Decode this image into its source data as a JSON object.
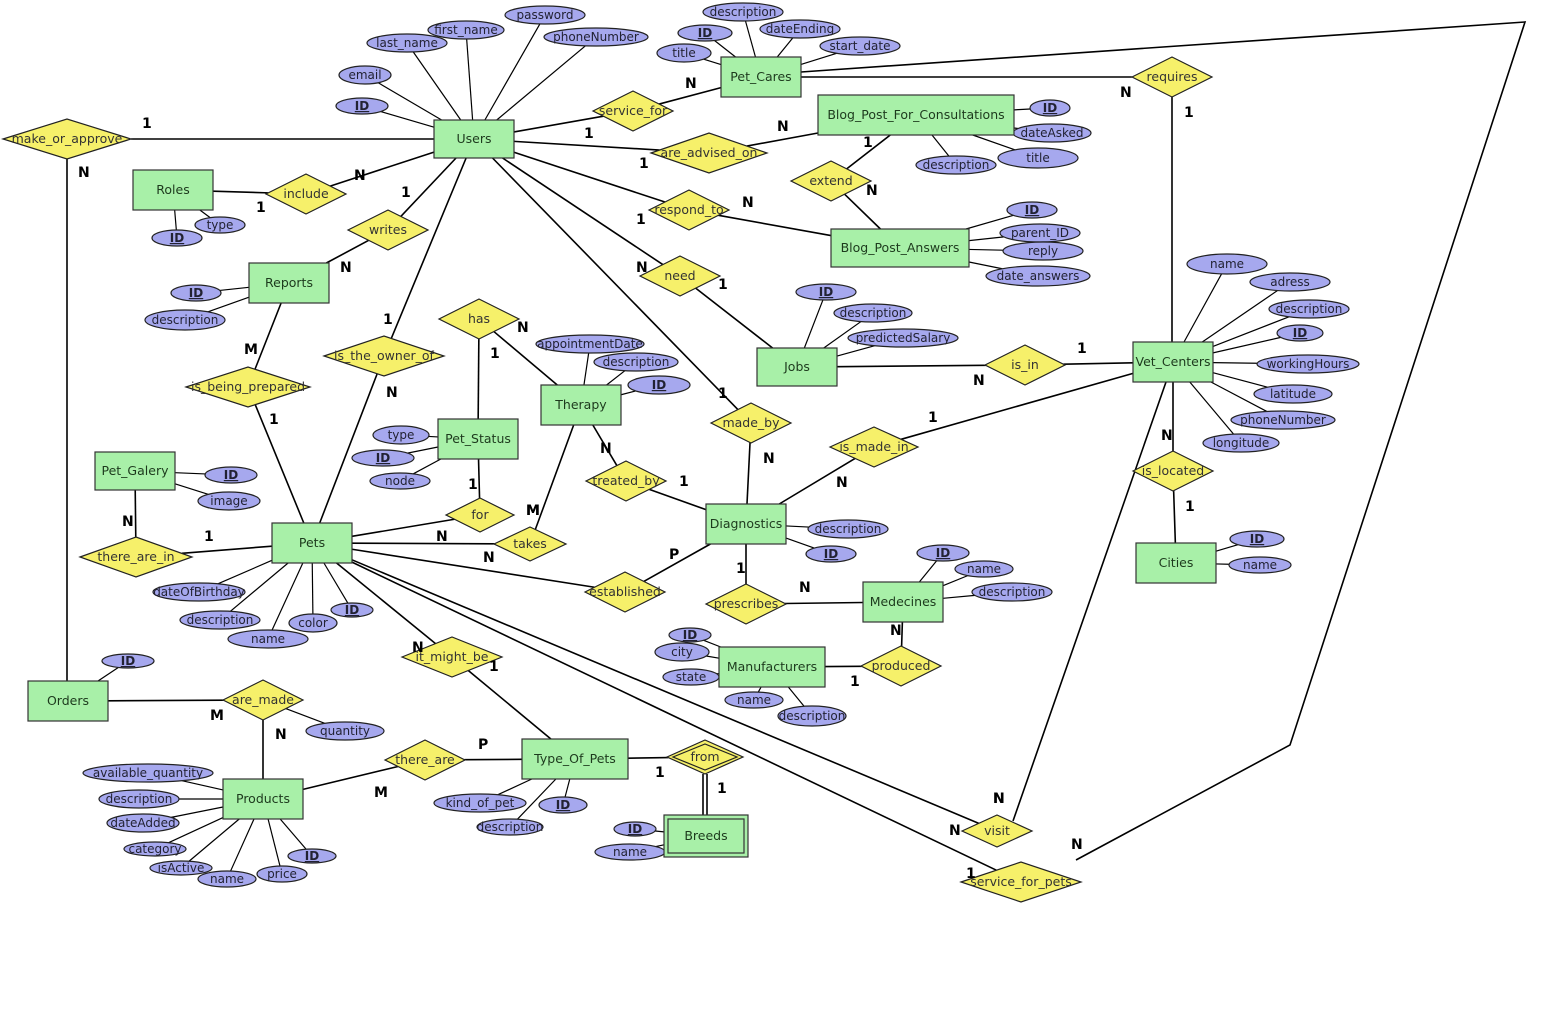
{
  "diagram": {
    "type": "er-diagram",
    "entities": [
      {
        "id": "users",
        "label": "Users"
      },
      {
        "id": "pet_cares",
        "label": "Pet_Cares"
      },
      {
        "id": "blog_cons",
        "label": "Blog_Post_For_Consultations"
      },
      {
        "id": "blog_ans",
        "label": "Blog_Post_Answers"
      },
      {
        "id": "roles",
        "label": "Roles"
      },
      {
        "id": "reports",
        "label": "Reports"
      },
      {
        "id": "jobs",
        "label": "Jobs"
      },
      {
        "id": "vet_centers",
        "label": "Vet_Centers"
      },
      {
        "id": "therapy",
        "label": "Therapy"
      },
      {
        "id": "pet_status",
        "label": "Pet_Status"
      },
      {
        "id": "pet_galery",
        "label": "Pet_Galery"
      },
      {
        "id": "pets",
        "label": "Pets"
      },
      {
        "id": "diagnostics",
        "label": "Diagnostics"
      },
      {
        "id": "cities",
        "label": "Cities"
      },
      {
        "id": "medecines",
        "label": "Medecines"
      },
      {
        "id": "manufacturers",
        "label": "Manufacturers"
      },
      {
        "id": "orders",
        "label": "Orders"
      },
      {
        "id": "products",
        "label": "Products"
      },
      {
        "id": "type_of_pets",
        "label": "Type_Of_Pets"
      },
      {
        "id": "breeds",
        "label": "Breeds",
        "weak": true
      }
    ],
    "relationships": [
      {
        "id": "make_or_approve",
        "label": "make_or_approve"
      },
      {
        "id": "service_for",
        "label": "service_for"
      },
      {
        "id": "are_advised_on",
        "label": "are_advised_on"
      },
      {
        "id": "requires",
        "label": "requires"
      },
      {
        "id": "include",
        "label": "include"
      },
      {
        "id": "writes",
        "label": "writes"
      },
      {
        "id": "extend",
        "label": "extend"
      },
      {
        "id": "respond_to",
        "label": "respond_to"
      },
      {
        "id": "need",
        "label": "need"
      },
      {
        "id": "has",
        "label": "has"
      },
      {
        "id": "is_the_owner_of",
        "label": "is_the_owner_of"
      },
      {
        "id": "is_being_prepared",
        "label": "is_being_prepared"
      },
      {
        "id": "is_in",
        "label": "is_in"
      },
      {
        "id": "made_by",
        "label": "made_by"
      },
      {
        "id": "is_made_in",
        "label": "is_made_in"
      },
      {
        "id": "treated_by",
        "label": "treated_by"
      },
      {
        "id": "for",
        "label": "for"
      },
      {
        "id": "takes",
        "label": "takes"
      },
      {
        "id": "there_are_in",
        "label": "there_are_in"
      },
      {
        "id": "established",
        "label": "established"
      },
      {
        "id": "is_located",
        "label": "is_located"
      },
      {
        "id": "prescribes",
        "label": "prescribes"
      },
      {
        "id": "produced",
        "label": "produced"
      },
      {
        "id": "it_might_be",
        "label": "it_might_be"
      },
      {
        "id": "are_made",
        "label": "are_made"
      },
      {
        "id": "there_are",
        "label": "there_are"
      },
      {
        "id": "from",
        "label": "from",
        "identifying": true
      },
      {
        "id": "visit",
        "label": "visit"
      },
      {
        "id": "service_for_pets",
        "label": "service_for_pets"
      }
    ],
    "attributes": [
      {
        "id": "u_password",
        "owner": "users",
        "label": "password"
      },
      {
        "id": "u_first",
        "owner": "users",
        "label": "first_name"
      },
      {
        "id": "u_last",
        "owner": "users",
        "label": "last_name"
      },
      {
        "id": "u_phone",
        "owner": "users",
        "label": "phoneNumber"
      },
      {
        "id": "u_email",
        "owner": "users",
        "label": "email"
      },
      {
        "id": "u_id",
        "owner": "users",
        "label": "ID",
        "key": true
      },
      {
        "id": "pc_desc",
        "owner": "pet_cares",
        "label": "description"
      },
      {
        "id": "pc_id",
        "owner": "pet_cares",
        "label": "ID",
        "key": true
      },
      {
        "id": "pc_end",
        "owner": "pet_cares",
        "label": "dateEnding"
      },
      {
        "id": "pc_title",
        "owner": "pet_cares",
        "label": "title"
      },
      {
        "id": "pc_start",
        "owner": "pet_cares",
        "label": "start_date"
      },
      {
        "id": "bc_id",
        "owner": "blog_cons",
        "label": "ID",
        "key": true
      },
      {
        "id": "bc_date",
        "owner": "blog_cons",
        "label": "dateAsked"
      },
      {
        "id": "bc_title",
        "owner": "blog_cons",
        "label": "title"
      },
      {
        "id": "bc_desc",
        "owner": "blog_cons",
        "label": "description"
      },
      {
        "id": "ba_id",
        "owner": "blog_ans",
        "label": "ID",
        "key": true
      },
      {
        "id": "ba_parent",
        "owner": "blog_ans",
        "label": "parent_ID"
      },
      {
        "id": "ba_reply",
        "owner": "blog_ans",
        "label": "reply"
      },
      {
        "id": "ba_date",
        "owner": "blog_ans",
        "label": "date_answers"
      },
      {
        "id": "r_type",
        "owner": "roles",
        "label": "type"
      },
      {
        "id": "r_id",
        "owner": "roles",
        "label": "ID",
        "key": true
      },
      {
        "id": "rep_id",
        "owner": "reports",
        "label": "ID",
        "key": true
      },
      {
        "id": "rep_desc",
        "owner": "reports",
        "label": "description"
      },
      {
        "id": "j_id",
        "owner": "jobs",
        "label": "ID",
        "key": true
      },
      {
        "id": "j_desc",
        "owner": "jobs",
        "label": "description"
      },
      {
        "id": "j_sal",
        "owner": "jobs",
        "label": "predictedSalary"
      },
      {
        "id": "vc_name",
        "owner": "vet_centers",
        "label": "name"
      },
      {
        "id": "vc_adress",
        "owner": "vet_centers",
        "label": "adress"
      },
      {
        "id": "vc_desc",
        "owner": "vet_centers",
        "label": "description"
      },
      {
        "id": "vc_id",
        "owner": "vet_centers",
        "label": "ID",
        "key": true
      },
      {
        "id": "vc_hours",
        "owner": "vet_centers",
        "label": "workingHours"
      },
      {
        "id": "vc_lat",
        "owner": "vet_centers",
        "label": "latitude"
      },
      {
        "id": "vc_phone",
        "owner": "vet_centers",
        "label": "phoneNumber"
      },
      {
        "id": "vc_long",
        "owner": "vet_centers",
        "label": "longitude"
      },
      {
        "id": "t_date",
        "owner": "therapy",
        "label": "appointmentDate"
      },
      {
        "id": "t_desc",
        "owner": "therapy",
        "label": "description"
      },
      {
        "id": "t_id",
        "owner": "therapy",
        "label": "ID",
        "key": true
      },
      {
        "id": "ps_type",
        "owner": "pet_status",
        "label": "type"
      },
      {
        "id": "ps_id",
        "owner": "pet_status",
        "label": "ID",
        "key": true
      },
      {
        "id": "ps_node",
        "owner": "pet_status",
        "label": "node"
      },
      {
        "id": "pg_id",
        "owner": "pet_galery",
        "label": "ID",
        "key": true
      },
      {
        "id": "pg_image",
        "owner": "pet_galery",
        "label": "image"
      },
      {
        "id": "p_dob",
        "owner": "pets",
        "label": "dateOfBirthday"
      },
      {
        "id": "p_desc",
        "owner": "pets",
        "label": "description"
      },
      {
        "id": "p_name",
        "owner": "pets",
        "label": "name"
      },
      {
        "id": "p_color",
        "owner": "pets",
        "label": "color"
      },
      {
        "id": "p_id",
        "owner": "pets",
        "label": "ID",
        "key": true
      },
      {
        "id": "d_desc",
        "owner": "diagnostics",
        "label": "description"
      },
      {
        "id": "d_id",
        "owner": "diagnostics",
        "label": "ID",
        "key": true
      },
      {
        "id": "c_id",
        "owner": "cities",
        "label": "ID",
        "key": true
      },
      {
        "id": "c_name",
        "owner": "cities",
        "label": "name"
      },
      {
        "id": "m_id",
        "owner": "medecines",
        "label": "ID",
        "key": true
      },
      {
        "id": "m_name",
        "owner": "medecines",
        "label": "name"
      },
      {
        "id": "m_desc",
        "owner": "medecines",
        "label": "description"
      },
      {
        "id": "mf_id",
        "owner": "manufacturers",
        "label": "ID",
        "key": true
      },
      {
        "id": "mf_city",
        "owner": "manufacturers",
        "label": "city"
      },
      {
        "id": "mf_state",
        "owner": "manufacturers",
        "label": "state"
      },
      {
        "id": "mf_name",
        "owner": "manufacturers",
        "label": "name"
      },
      {
        "id": "mf_desc",
        "owner": "manufacturers",
        "label": "description"
      },
      {
        "id": "o_id",
        "owner": "orders",
        "label": "ID",
        "key": true
      },
      {
        "id": "am_qty",
        "owner": "are_made",
        "label": "quantity"
      },
      {
        "id": "pr_avail",
        "owner": "products",
        "label": "available_quantity"
      },
      {
        "id": "pr_desc",
        "owner": "products",
        "label": "description"
      },
      {
        "id": "pr_date",
        "owner": "products",
        "label": "dateAdded"
      },
      {
        "id": "pr_cat",
        "owner": "products",
        "label": "category"
      },
      {
        "id": "pr_active",
        "owner": "products",
        "label": "isActive"
      },
      {
        "id": "pr_name",
        "owner": "products",
        "label": "name"
      },
      {
        "id": "pr_price",
        "owner": "products",
        "label": "price"
      },
      {
        "id": "pr_id",
        "owner": "products",
        "label": "ID",
        "key": true
      },
      {
        "id": "tp_kind",
        "owner": "type_of_pets",
        "label": "kind_of_pet"
      },
      {
        "id": "tp_desc",
        "owner": "type_of_pets",
        "label": "description"
      },
      {
        "id": "tp_id",
        "owner": "type_of_pets",
        "label": "ID",
        "key": true
      },
      {
        "id": "b_id",
        "owner": "breeds",
        "label": "ID",
        "key": true
      },
      {
        "id": "b_name",
        "owner": "breeds",
        "label": "name"
      }
    ],
    "links": [
      {
        "from": "make_or_approve",
        "to": "users",
        "card": "1"
      },
      {
        "from": "make_or_approve",
        "to": "orders",
        "card": "N"
      },
      {
        "from": "users",
        "to": "service_for",
        "card": "1"
      },
      {
        "from": "service_for",
        "to": "pet_cares",
        "card": "N"
      },
      {
        "from": "users",
        "to": "are_advised_on",
        "card": "1"
      },
      {
        "from": "are_advised_on",
        "to": "blog_cons",
        "card": "N"
      },
      {
        "from": "pet_cares",
        "to": "requires",
        "card": "N"
      },
      {
        "from": "requires",
        "to": "vet_centers",
        "card": "1"
      },
      {
        "from": "roles",
        "to": "include",
        "card": "1"
      },
      {
        "from": "include",
        "to": "users",
        "card": "N"
      },
      {
        "from": "users",
        "to": "writes",
        "card": "1"
      },
      {
        "from": "writes",
        "to": "reports",
        "card": "N"
      },
      {
        "from": "blog_cons",
        "to": "extend",
        "card": "1"
      },
      {
        "from": "extend",
        "to": "blog_ans",
        "card": "N"
      },
      {
        "from": "users",
        "to": "respond_to",
        "card": "1"
      },
      {
        "from": "respond_to",
        "to": "blog_ans",
        "card": "N"
      },
      {
        "from": "users",
        "to": "need",
        "card": "N"
      },
      {
        "from": "need",
        "to": "jobs",
        "card": "1"
      },
      {
        "from": "users",
        "to": "is_the_owner_of",
        "card": "1"
      },
      {
        "from": "is_the_owner_of",
        "to": "pets",
        "card": "N"
      },
      {
        "from": "reports",
        "to": "is_being_prepared",
        "card": "M"
      },
      {
        "from": "is_being_prepared",
        "to": "pets",
        "card": "1"
      },
      {
        "from": "jobs",
        "to": "is_in",
        "card": "N"
      },
      {
        "from": "is_in",
        "to": "vet_centers",
        "card": "1"
      },
      {
        "from": "users",
        "to": "made_by",
        "card": "1"
      },
      {
        "from": "made_by",
        "to": "diagnostics",
        "card": "N"
      },
      {
        "from": "diagnostics",
        "to": "is_made_in",
        "card": "N"
      },
      {
        "from": "is_made_in",
        "to": "vet_centers",
        "card": "1"
      },
      {
        "from": "pet_status",
        "to": "has",
        "card": "1"
      },
      {
        "from": "has",
        "to": "therapy",
        "card": "N"
      },
      {
        "from": "therapy",
        "to": "treated_by",
        "card": "N"
      },
      {
        "from": "treated_by",
        "to": "diagnostics",
        "card": "1"
      },
      {
        "from": "pet_status",
        "to": "for",
        "card": "1"
      },
      {
        "from": "for",
        "to": "pets",
        "card": "M"
      },
      {
        "from": "therapy",
        "to": "takes",
        "card": "M"
      },
      {
        "from": "takes",
        "to": "pets",
        "card": "N"
      },
      {
        "from": "pet_galery",
        "to": "there_are_in",
        "card": "N"
      },
      {
        "from": "there_are_in",
        "to": "pets",
        "card": "1"
      },
      {
        "from": "pets",
        "to": "established",
        "card": "N"
      },
      {
        "from": "established",
        "to": "diagnostics",
        "card": "P"
      },
      {
        "from": "vet_centers",
        "to": "is_located",
        "card": "N"
      },
      {
        "from": "is_located",
        "to": "cities",
        "card": "1"
      },
      {
        "from": "diagnostics",
        "to": "prescribes",
        "card": "1"
      },
      {
        "from": "prescribes",
        "to": "medecines",
        "card": "N"
      },
      {
        "from": "medecines",
        "to": "produced",
        "card": "N"
      },
      {
        "from": "produced",
        "to": "manufacturers",
        "card": "1"
      },
      {
        "from": "pets",
        "to": "it_might_be",
        "card": "N"
      },
      {
        "from": "it_might_be",
        "to": "type_of_pets",
        "card": "1"
      },
      {
        "from": "orders",
        "to": "are_made",
        "card": "M"
      },
      {
        "from": "are_made",
        "to": "products",
        "card": "N"
      },
      {
        "from": "products",
        "to": "there_are",
        "card": "M"
      },
      {
        "from": "there_are",
        "to": "type_of_pets",
        "card": "P"
      },
      {
        "from": "type_of_pets",
        "to": "from",
        "card": "1"
      },
      {
        "from": "from",
        "to": "breeds",
        "card": "1"
      },
      {
        "from": "pets",
        "to": "visit",
        "card": "N"
      },
      {
        "from": "visit",
        "to": "vet_centers",
        "card": "N"
      },
      {
        "from": "pets",
        "to": "service_for_pets",
        "card": "N"
      },
      {
        "from": "service_for_pets",
        "to": "pet_cares",
        "card": "N"
      },
      {
        "from": "service_for_pets",
        "to": "service_for_pets",
        "card": "1"
      }
    ]
  }
}
